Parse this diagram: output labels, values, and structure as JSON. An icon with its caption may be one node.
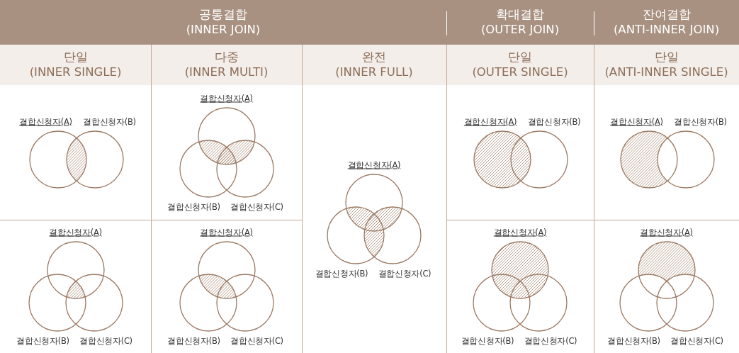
{
  "diagram": {
    "nodes": [
      {
        "text": [
          "공통결합 (INNER JOIN)"
        ]
      },
      {
        "text": [
          "확대결합 (OUTER JOIN)"
        ]
      },
      {
        "text": [
          "잔여결합 (ANTI-INNER JOIN)"
        ]
      },
      {
        "text": [
          "단일 (INNER SINGLE)"
        ]
      },
      {
        "text": [
          "다중 (INNER MULTI)"
        ]
      },
      {
        "text": [
          "완전 (INNER FULL)"
        ]
      },
      {
        "text": [
          "단일 (OUTER SINGLE)"
        ]
      },
      {
        "text": [
          "단일 (ANTI-INNER SINGLE)"
        ]
      }
    ],
    "labels": [
      "결합신청자(A)",
      "결합신청자(B)",
      "결합신청자(A)",
      "결합신청자(B)",
      "결합신청자(C)",
      "결합신청자(A)",
      "결합신청자(B)",
      "결합신청자(C)",
      "결합신청자(A)",
      "결합신청자(B)",
      "결합신청자(A)",
      "결합신청자(B)",
      "결합신청자(A)",
      "결합신청자(B)",
      "결합신청자(C)",
      "결합신청자(A)",
      "결합신청자(B)",
      "결합신청자(C)",
      "결합신청자(A)",
      "결합신청자(B)",
      "결합신청자(C)",
      "결합신청자(A)",
      "결합신청자(B)",
      "결합신청자(C)"
    ]
  }
}
